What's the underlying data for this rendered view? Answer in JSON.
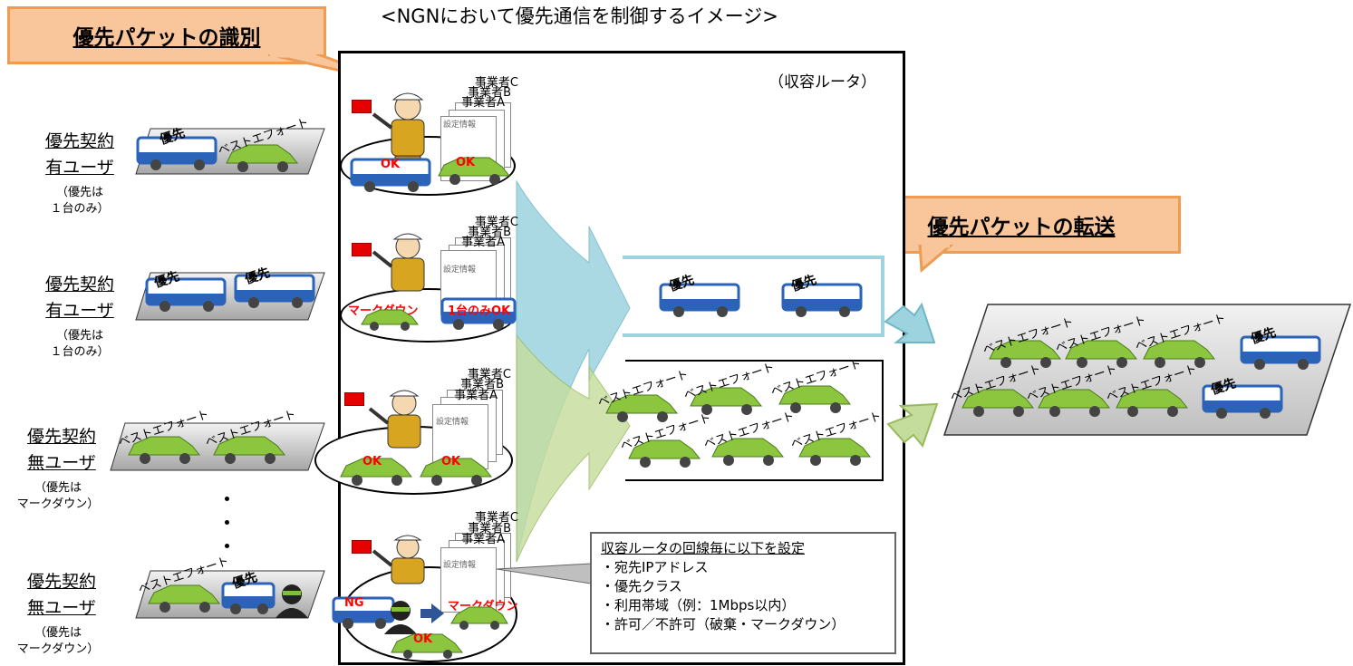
{
  "title": "<NGNにおいて優先通信を制御するイメージ>",
  "callouts": {
    "identify": "優先パケットの識別",
    "forward": "優先パケットの転送"
  },
  "router_label": "（収容ルータ）",
  "users": [
    {
      "label_line1": "優先契約",
      "label_line2": "有ユーザ",
      "note_line1": "（優先は",
      "note_line2": "１台のみ）"
    },
    {
      "label_line1": "優先契約",
      "label_line2": "有ユーザ",
      "note_line1": "（優先は",
      "note_line2": "１台のみ）"
    },
    {
      "label_line1": "優先契約",
      "label_line2": "無ユーザ",
      "note_line1": "（優先は",
      "note_line2": "マークダウン）"
    },
    {
      "label_line1": "優先契約",
      "label_line2": "無ユーザ",
      "note_line1": "（優先は",
      "note_line2": "マークダウン）"
    }
  ],
  "business": {
    "c": "事業者C",
    "b": "事業者B",
    "a": "事業者A"
  },
  "setting_label": "設定情報",
  "labels": {
    "priority": "優先",
    "best_effort": "ベストエフォート",
    "ok": "OK",
    "ng": "NG",
    "markdown": "マークダウン",
    "one_ok": "1台のみOK"
  },
  "info": {
    "heading": "収容ルータの回線毎に以下を設定",
    "items": [
      "・宛先IPアドレス",
      "・優先クラス",
      "・利用帯域（例：1Mbps以内）",
      "・許可／不許可（破棄・マークダウン）"
    ]
  },
  "colors": {
    "callout_fill": "#f9c69b",
    "callout_border": "#ed9c52",
    "priority_lane": "#9dd3df",
    "best_effort_arrow": "#c5dd9c",
    "bus_blue": "#2a63b8",
    "car_green": "#8cc63f",
    "alert_red": "#ff0000"
  },
  "icons": [
    "traffic-officer-icon",
    "bus-icon",
    "car-icon",
    "hacker-icon",
    "flag-icon",
    "document-icon"
  ]
}
